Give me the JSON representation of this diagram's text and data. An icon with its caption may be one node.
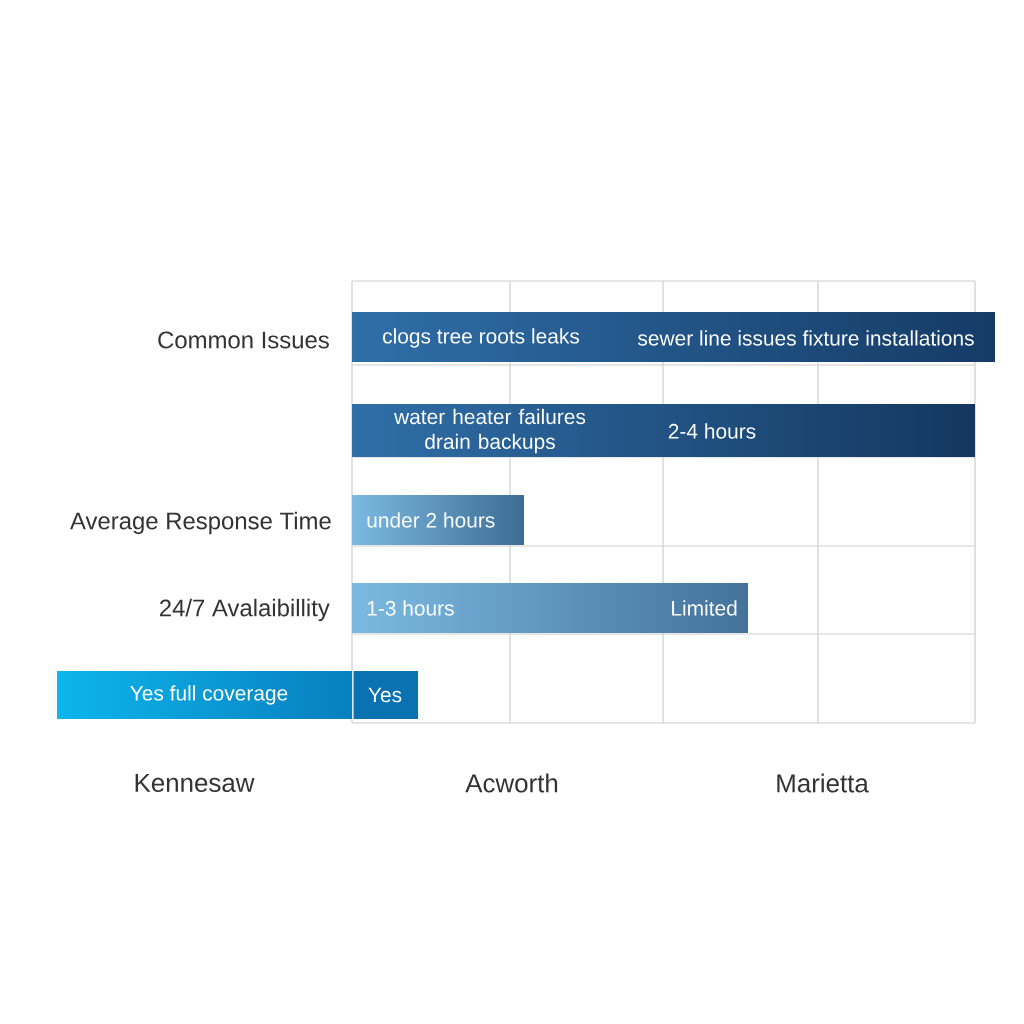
{
  "diagram": {
    "nodes": [
      {
        "text": [
          "clogs tree roots leaks",
          "sewer line issues fixture installations"
        ]
      },
      {
        "text": [
          "water heater failures drain backups",
          "2-4 hours"
        ]
      },
      {
        "text": [
          "under 2 hours"
        ]
      },
      {
        "text": [
          "1-3 hours",
          "Limited"
        ]
      },
      {
        "text": [
          "Yes full coverage"
        ]
      },
      {
        "text": [
          "Yes"
        ]
      }
    ],
    "labels": [
      "Common Issues",
      "Average Response Time",
      "24/7 Avalaibillity",
      "Kennesaw",
      "Acworth",
      "Marietta"
    ]
  }
}
